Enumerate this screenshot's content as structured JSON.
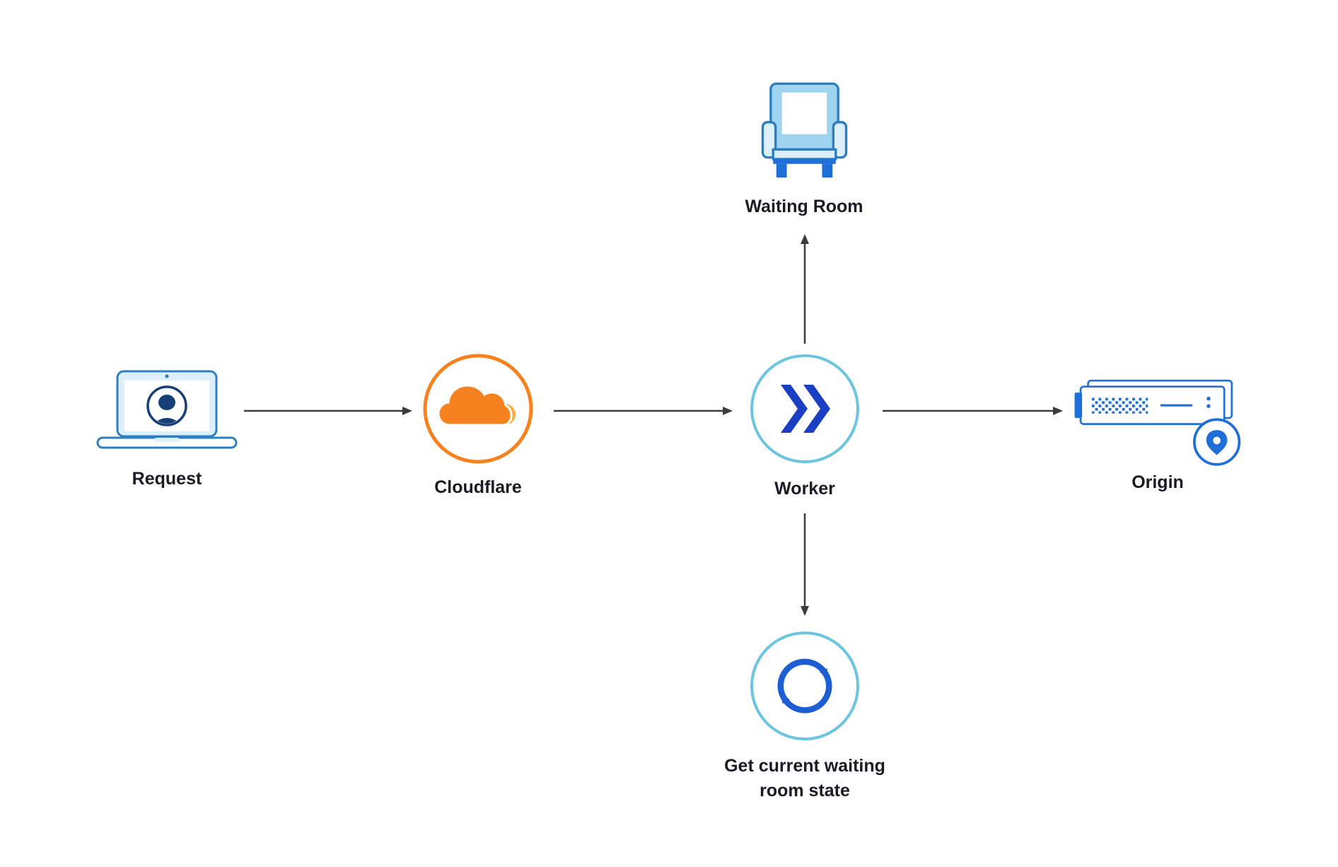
{
  "diagram": {
    "nodes": {
      "request": {
        "label": "Request",
        "icon": "laptop-user-icon"
      },
      "cloudflare": {
        "label": "Cloudflare",
        "icon": "cloudflare-logo-icon"
      },
      "worker": {
        "label": "Worker",
        "icon": "workers-chevrons-icon"
      },
      "waiting_room": {
        "label": "Waiting Room",
        "icon": "armchair-icon"
      },
      "origin": {
        "label": "Origin",
        "icon": "server-location-icon"
      },
      "waiting_state": {
        "label_line1": "Get current waiting",
        "label_line2": "room state",
        "icon": "refresh-sync-icon"
      }
    },
    "edges": [
      {
        "from": "request",
        "to": "cloudflare"
      },
      {
        "from": "cloudflare",
        "to": "worker"
      },
      {
        "from": "worker",
        "to": "waiting_room"
      },
      {
        "from": "worker",
        "to": "origin"
      },
      {
        "from": "worker",
        "to": "waiting_state"
      }
    ],
    "colors": {
      "arrow": "#3c3c3c",
      "label": "#1b1b26",
      "cloudflare_orange": "#f6821f",
      "cloudflare_orange_light": "#fcad41",
      "ring_cyan": "#6cc5de",
      "worker_blue": "#1b3fc2",
      "blue_primary": "#1f6fd8",
      "blue_outline": "#2e7fc2",
      "blue_dark": "#173f77",
      "blue_mid": "#9fd4f0",
      "blue_light": "#ddeffb",
      "refresh_blue": "#1d5ed2"
    }
  }
}
